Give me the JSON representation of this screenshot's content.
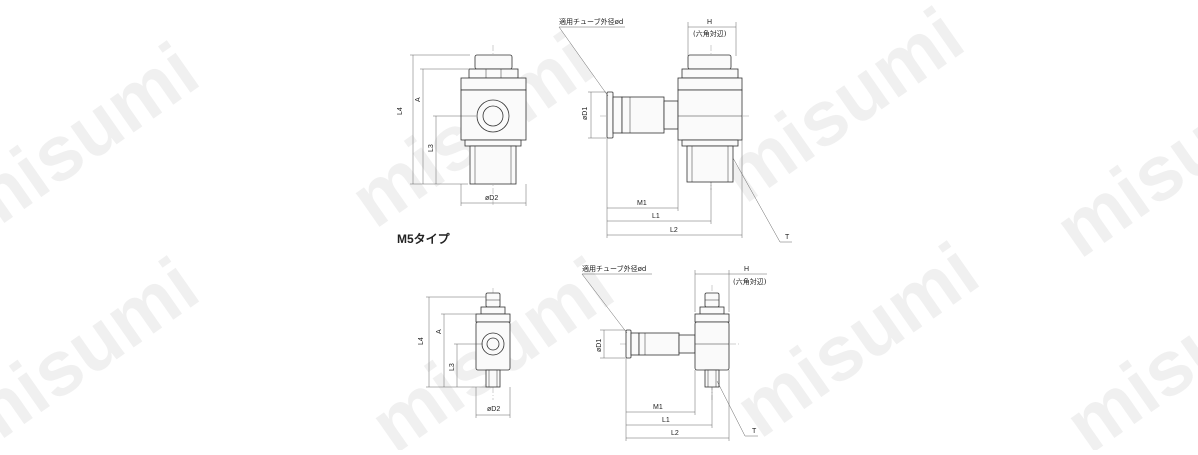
{
  "watermark": "misumi",
  "section_title": "M5タイプ",
  "tube_label": "適用チューブ外径ød",
  "hex_label": "(六角対辺)",
  "dims": {
    "L4": "L4",
    "A": "A",
    "L3": "L3",
    "D2": "øD2",
    "D1": "øD1",
    "H": "H",
    "M1": "M1",
    "L1": "L1",
    "L2": "L2",
    "T": "T"
  },
  "colors": {
    "line": "#333333",
    "watermark": "#000000"
  }
}
